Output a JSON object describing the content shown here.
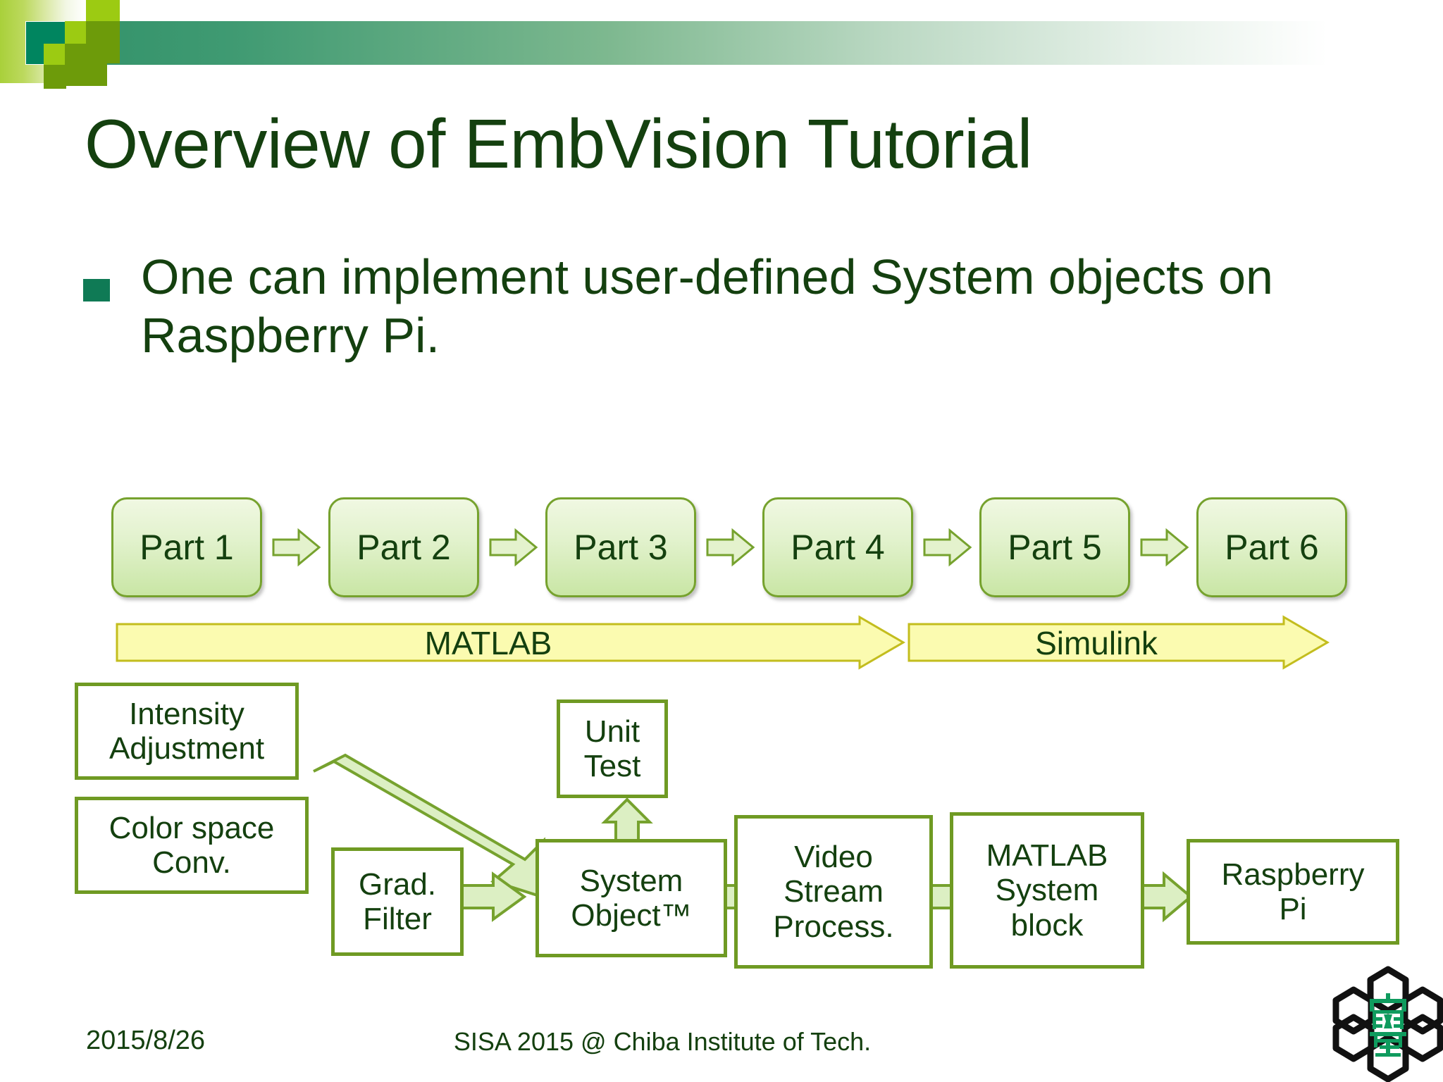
{
  "slide": {
    "title": "Overview of EmbVision Tutorial",
    "bullet": "One can implement user-defined System objects on Raspberry Pi.",
    "bullet_marker": "square-bullet"
  },
  "parts": {
    "items": [
      {
        "label": "Part 1"
      },
      {
        "label": "Part 2"
      },
      {
        "label": "Part 3"
      },
      {
        "label": "Part 4"
      },
      {
        "label": "Part 5"
      },
      {
        "label": "Part 6"
      }
    ],
    "connector_icon": "right-arrow-icon"
  },
  "banners": [
    {
      "label": "MATLAB",
      "name": "matlab-banner"
    },
    {
      "label": "Simulink",
      "name": "simulink-banner"
    }
  ],
  "diagram": {
    "boxes": [
      {
        "name": "intensity-adjustment-box",
        "lines": [
          "Intensity",
          "Adjustment"
        ]
      },
      {
        "name": "color-space-conv-box",
        "lines": [
          "Color space",
          "Conv."
        ]
      },
      {
        "name": "unit-test-box",
        "lines": [
          "Unit",
          "Test"
        ]
      },
      {
        "name": "grad-filter-box",
        "lines": [
          "Grad.",
          "Filter"
        ]
      },
      {
        "name": "system-object-box",
        "lines": [
          "System",
          "Object™"
        ]
      },
      {
        "name": "video-stream-process-box",
        "lines": [
          "Video",
          "Stream",
          "Process."
        ]
      },
      {
        "name": "matlab-system-block-box",
        "lines": [
          "MATLAB",
          "System",
          "block"
        ]
      },
      {
        "name": "raspberry-pi-box",
        "lines": [
          "Raspberry",
          "Pi"
        ]
      }
    ],
    "arrows": [
      {
        "name": "diagonal-arrow-to-system-object",
        "type": "diagonal"
      },
      {
        "name": "unit-test-double-arrow",
        "type": "vertical-double"
      },
      {
        "name": "grad-filter-to-system-object-arrow",
        "type": "right"
      },
      {
        "name": "system-object-to-video-stream-arrow",
        "type": "right"
      },
      {
        "name": "video-stream-to-matlab-system-arrow",
        "type": "right"
      },
      {
        "name": "matlab-system-to-raspberry-arrow",
        "type": "right"
      }
    ]
  },
  "footer": {
    "date": "2015/8/26",
    "center": "SISA 2015 @ Chiba Institute of Tech.",
    "logo_name": "chiba-institute-of-technology-logo"
  },
  "colors": {
    "title_text": "#14400f",
    "bullet_marker": "#0f7a55",
    "header_green": "#2e8f67",
    "part_border": "#76a22e",
    "box_border": "#6f9a23",
    "banner_fill": "#fbfbb0",
    "banner_border": "#c3bd1e",
    "arrow_fill": "#dcefc3",
    "arrow_border": "#76a22e"
  }
}
